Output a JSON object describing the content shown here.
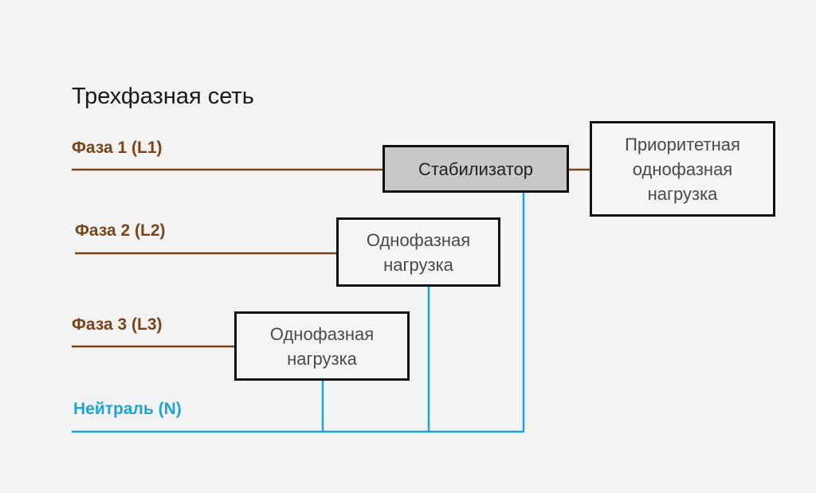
{
  "title": "Трехфазная сеть",
  "phases": [
    {
      "label": "Фаза 1 (L1)"
    },
    {
      "label": "Фаза 2 (L2)"
    },
    {
      "label": "Фаза 3 (L3)"
    }
  ],
  "neutral": {
    "label": "Нейтраль (N)"
  },
  "boxes": {
    "stabilizer": "Стабилизатор",
    "priority_load": "Приоритетная\nоднофазная\nнагрузка",
    "load_l2": "Однофазная\nнагрузка",
    "load_l3": "Однофазная\nнагрузка"
  },
  "colors": {
    "phase_wire": "#7a4418",
    "neutral_wire": "#1aa6d8",
    "box_border": "#111111",
    "stabilizer_fill": "#c8c8c8",
    "background": "#f3f3f3"
  }
}
